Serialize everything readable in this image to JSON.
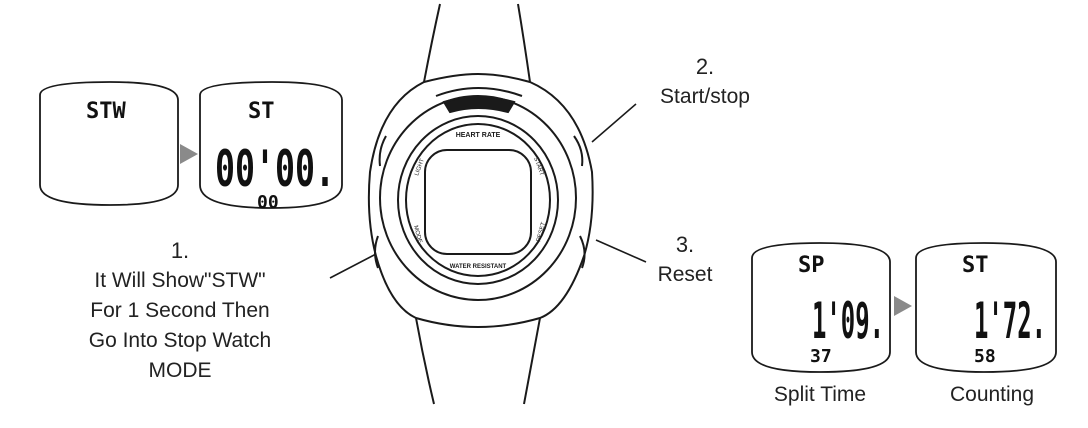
{
  "steps": [
    {
      "number": "1.",
      "lines": [
        "It Will Show\"STW\"",
        "For 1 Second Then",
        "Go Into Stop Watch",
        "MODE"
      ]
    },
    {
      "number": "2.",
      "label": "Start/stop"
    },
    {
      "number": "3.",
      "label": "Reset"
    }
  ],
  "watch_face": {
    "top": "HEART RATE",
    "left": "LIGHT",
    "right": "START",
    "bottom_left": "MODE",
    "bottom_right": "RESET",
    "bottom": "WATER RESISTANT"
  },
  "displays": {
    "stw": {
      "mode": "STW"
    },
    "st_zero": {
      "mode": "ST",
      "main": "00'00.",
      "sub": "00"
    },
    "split": {
      "mode": "SP",
      "main": "1'09.",
      "sub": "37",
      "caption": "Split Time"
    },
    "counting": {
      "mode": "ST",
      "main": "1'72.",
      "sub": "58",
      "caption": "Counting"
    }
  },
  "colors": {
    "ink": "#1a1a1a",
    "arrow": "#8a8a8a"
  }
}
